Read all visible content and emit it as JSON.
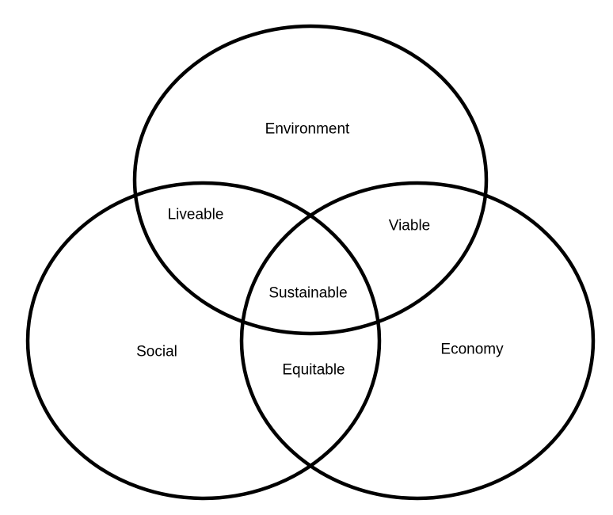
{
  "diagram": {
    "type": "venn-3",
    "line_color": "#000000",
    "background_color": "#ffffff",
    "sets": {
      "environment": "Environment",
      "social": "Social",
      "economy": "Economy"
    },
    "intersections": {
      "environment_social": "Liveable",
      "environment_economy": "Viable",
      "social_economy": "Equitable",
      "all_three": "Sustainable"
    }
  }
}
